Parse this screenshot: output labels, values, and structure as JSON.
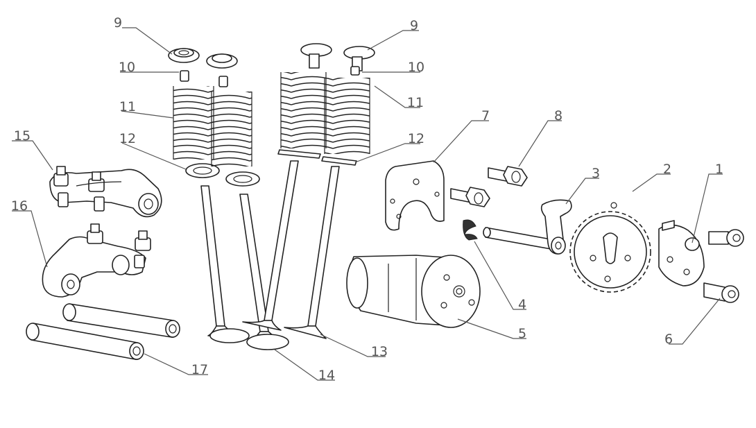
{
  "callouts": {
    "c1": "1",
    "c2": "2",
    "c3": "3",
    "c4": "4",
    "c5": "5",
    "c6": "6",
    "c7": "7",
    "c8": "8",
    "c9a": "9",
    "c9b": "9",
    "c10a": "10",
    "c10b": "10",
    "c11a": "11",
    "c11b": "11",
    "c12a": "12",
    "c12b": "12",
    "c13": "13",
    "c14": "14",
    "c15": "15",
    "c16": "16",
    "c17": "17"
  }
}
